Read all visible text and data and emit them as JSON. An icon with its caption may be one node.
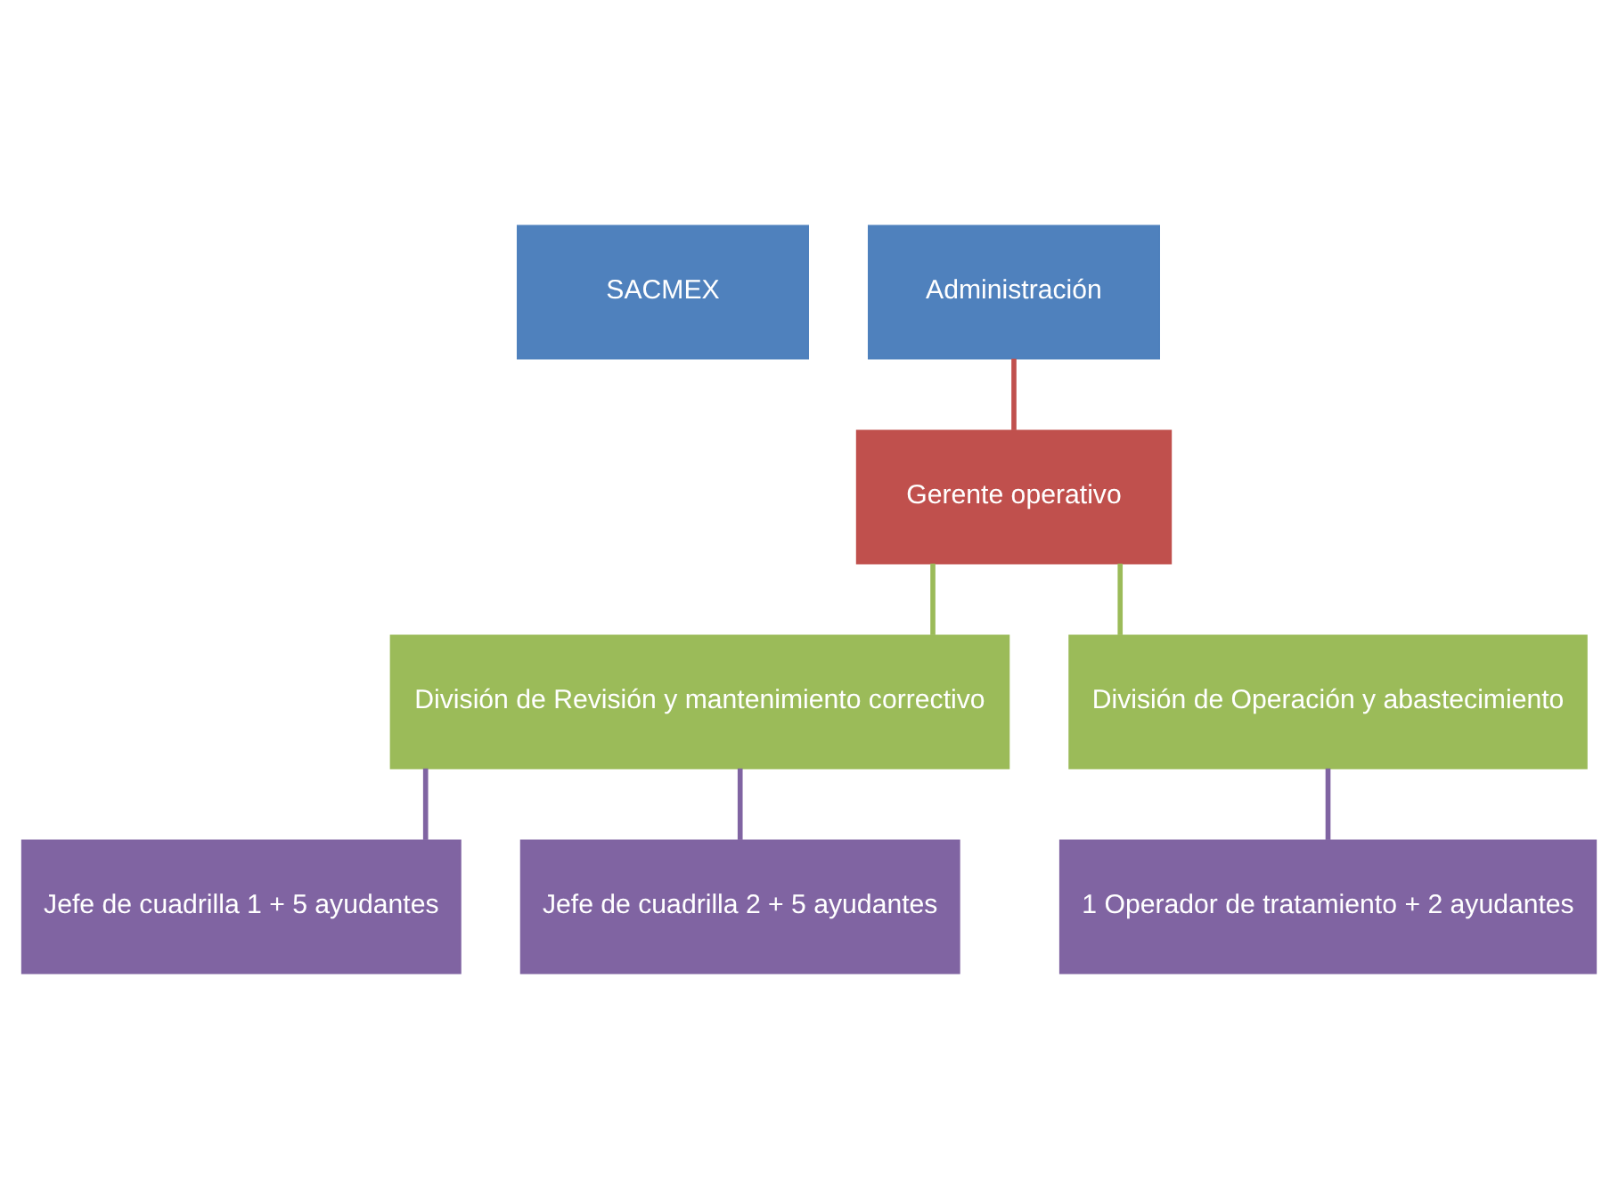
{
  "diagram": {
    "nodes": [
      {
        "text": [
          "SACMEX"
        ]
      },
      {
        "text": [
          "Administración"
        ]
      },
      {
        "text": [
          "Gerente operativo"
        ]
      },
      {
        "text": [
          "División de Revisión y mantenimiento correctivo"
        ]
      },
      {
        "text": [
          "División de Operación y abastecimiento"
        ]
      },
      {
        "text": [
          "Jefe de cuadrilla 1 + 5 ayudantes"
        ]
      },
      {
        "text": [
          "Jefe de cuadrilla 2 + 5 ayudantes"
        ]
      },
      {
        "text": [
          "1 Operador de tratamiento + 2 ayudantes"
        ]
      }
    ],
    "edges": [
      {
        "from": 1,
        "to": 2,
        "arrow": "none",
        "color": "#c0504d"
      },
      {
        "from": 2,
        "to": 3,
        "arrow": "none",
        "color": "#9bbb59"
      },
      {
        "from": 2,
        "to": 4,
        "arrow": "none",
        "color": "#9bbb59"
      },
      {
        "from": 3,
        "to": 5,
        "arrow": "none"
      },
      {
        "from": 3,
        "to": 6,
        "arrow": "none"
      },
      {
        "from": 4,
        "to": 7,
        "arrow": "none"
      }
    ]
  }
}
